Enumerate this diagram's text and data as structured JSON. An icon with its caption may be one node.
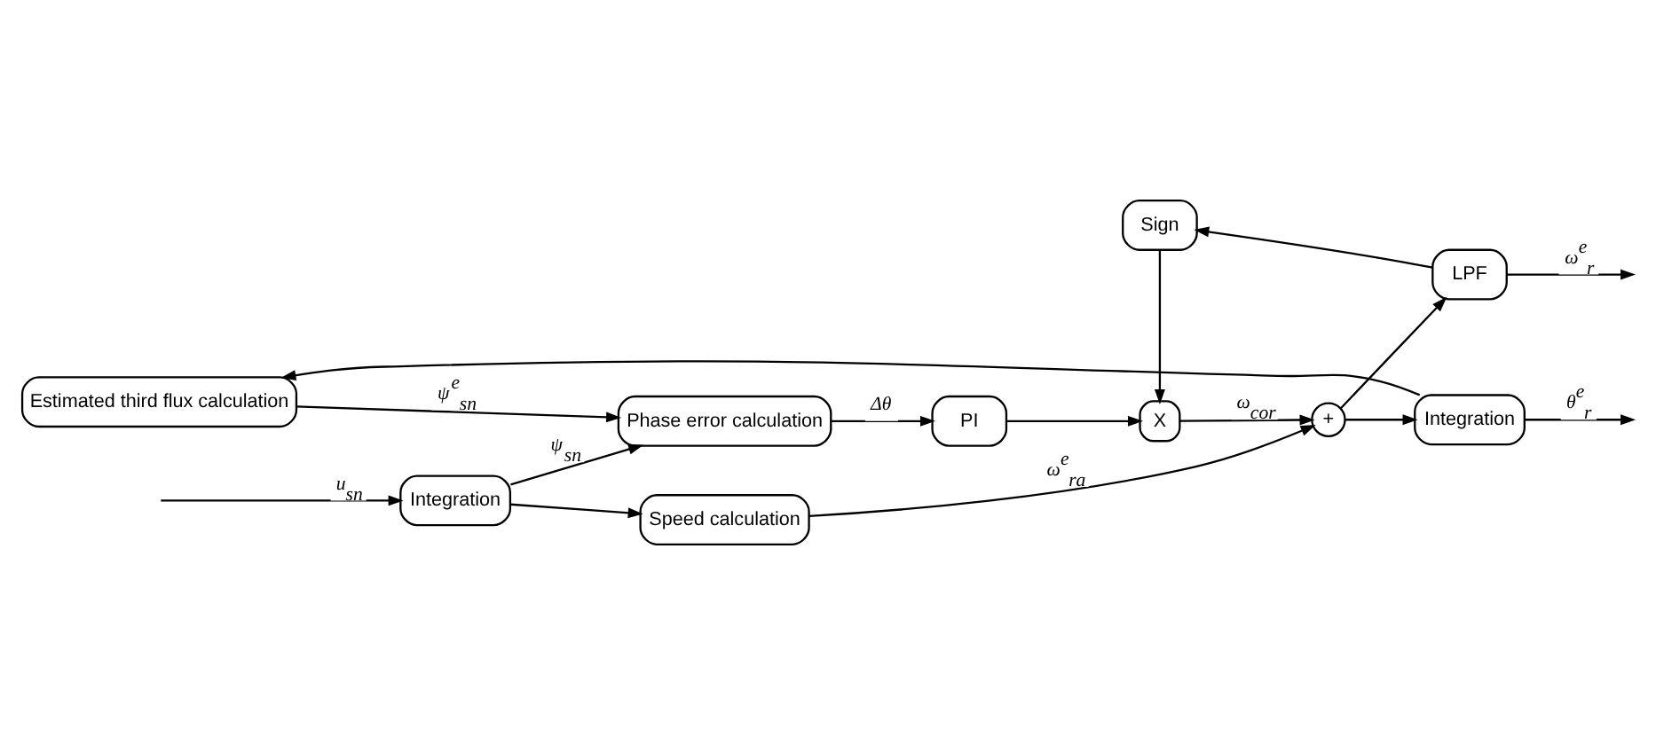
{
  "diagram": {
    "nodes": [
      {
        "text": [
          "Integration"
        ]
      },
      {
        "text": [
          "Speed calculation"
        ]
      },
      {
        "text": [
          "Phase error calculation"
        ]
      },
      {
        "text": [
          "PI"
        ]
      },
      {
        "text": [
          "X"
        ]
      },
      {
        "text": [
          "+"
        ]
      },
      {
        "text": [
          "LPF"
        ]
      },
      {
        "text": [
          "Integration"
        ]
      },
      {
        "text": [
          "Sign"
        ]
      },
      {
        "text": [
          "Estimated third flux calculation"
        ]
      }
    ],
    "edges": [
      {
        "from": null,
        "to": 0,
        "arrow": "to",
        "label": "u$_{sn}$"
      },
      {
        "from": 0,
        "to": 1,
        "arrow": "to"
      },
      {
        "from": 0,
        "to": 2,
        "arrow": "to",
        "label": "ψ$_{sn}$"
      },
      {
        "from": 9,
        "to": 2,
        "arrow": "to",
        "label": "ψ$^{e}$$_{sn}$"
      },
      {
        "from": 2,
        "to": 3,
        "arrow": "to",
        "label": "Δθ"
      },
      {
        "from": 3,
        "to": 4,
        "arrow": "to"
      },
      {
        "from": 4,
        "to": 5,
        "arrow": "to",
        "label": "ω$_{cor}$"
      },
      {
        "from": 1,
        "to": 5,
        "arrow": "to",
        "label": "ω$^{e}$$_{ra}$"
      },
      {
        "from": 5,
        "to": 6,
        "arrow": "to"
      },
      {
        "from": 5,
        "to": 7,
        "arrow": "to"
      },
      {
        "from": 6,
        "to": null,
        "arrow": "to",
        "label": "ω$^{e}$$_{r}$"
      },
      {
        "from": 6,
        "to": 8,
        "arrow": "to"
      },
      {
        "from": 8,
        "to": 4,
        "arrow": "to"
      },
      {
        "from": 7,
        "to": 9,
        "arrow": "to"
      },
      {
        "from": 7,
        "to": null,
        "arrow": "to",
        "label": "θ$^{e}$$_{r}$"
      }
    ]
  }
}
